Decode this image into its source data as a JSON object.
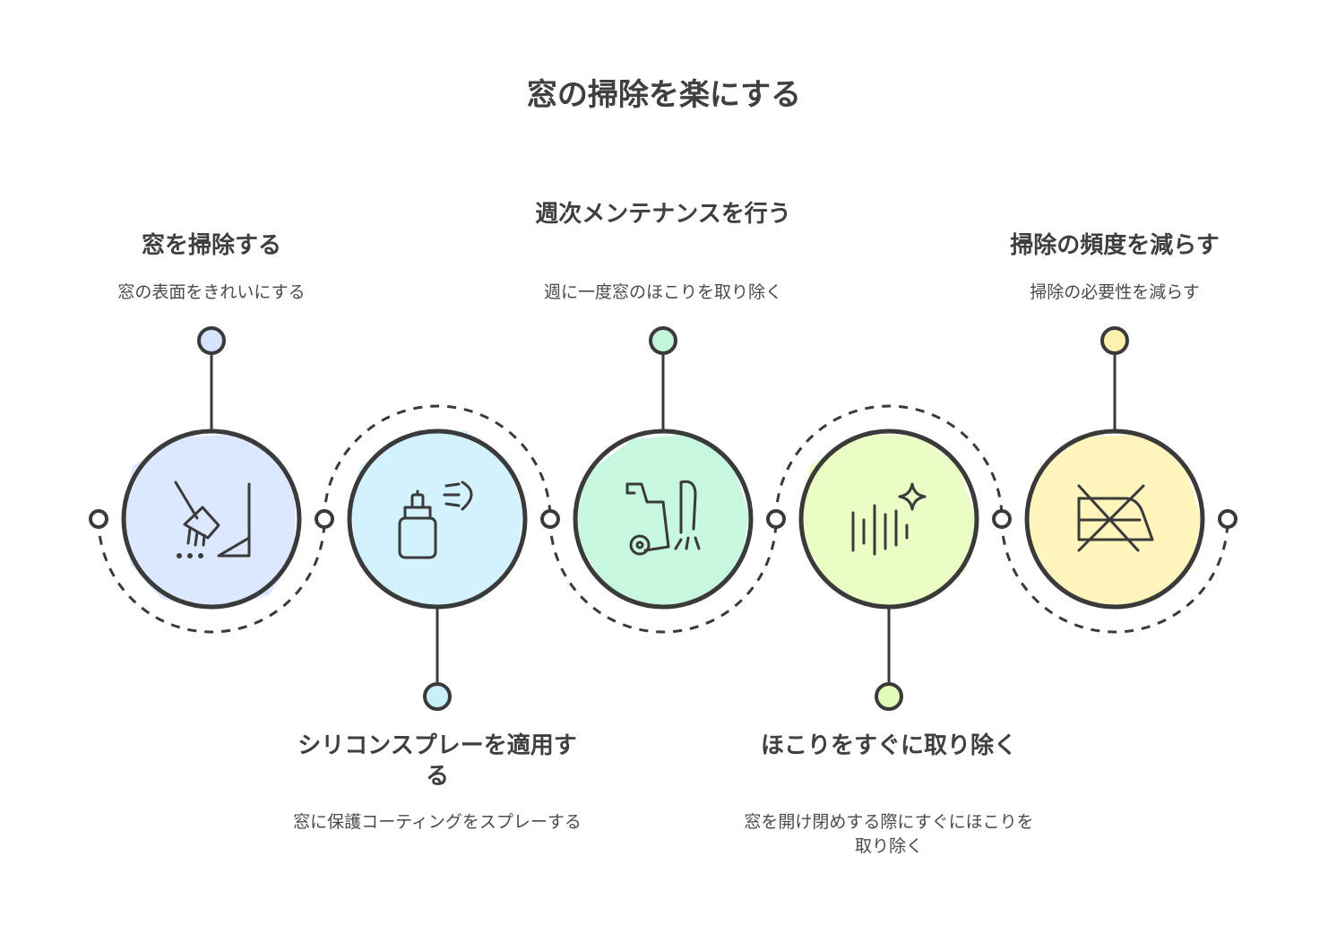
{
  "title": "窓の掃除を楽にする",
  "steps": [
    {
      "heading": "窓を掃除する",
      "description": "窓の表面をきれいにする",
      "color": "#dbe8ff",
      "dot_color": "#d6e4ff",
      "icon": "broom-dustpan-icon",
      "label_position": "top"
    },
    {
      "heading": "シリコンスプレーを適用する",
      "description": "窓に保護コーティングをスプレーする",
      "color": "#d2f2fd",
      "dot_color": "#c9eefc",
      "icon": "spray-bottle-icon",
      "label_position": "bottom"
    },
    {
      "heading": "週次メンテナンスを行う",
      "description": "週に一度窓のほこりを取り除く",
      "color": "#c8f7df",
      "dot_color": "#c2f5da",
      "icon": "pressure-washer-icon",
      "label_position": "top"
    },
    {
      "heading": "ほこりをすぐに取り除く",
      "description": "窓を開け閉めする際にすぐにほこりを取り除く",
      "color": "#e9fdc4",
      "dot_color": "#e3fbb8",
      "icon": "dust-sparkle-icon",
      "label_position": "bottom"
    },
    {
      "heading": "掃除の頻度を減らす",
      "description": "掃除の必要性を減らす",
      "color": "#fef5bd",
      "dot_color": "#fdf1ad",
      "icon": "no-window-cleaning-icon",
      "label_position": "top"
    }
  ],
  "colors": {
    "stroke": "#3a3a3a",
    "text": "#3f3f3f"
  }
}
